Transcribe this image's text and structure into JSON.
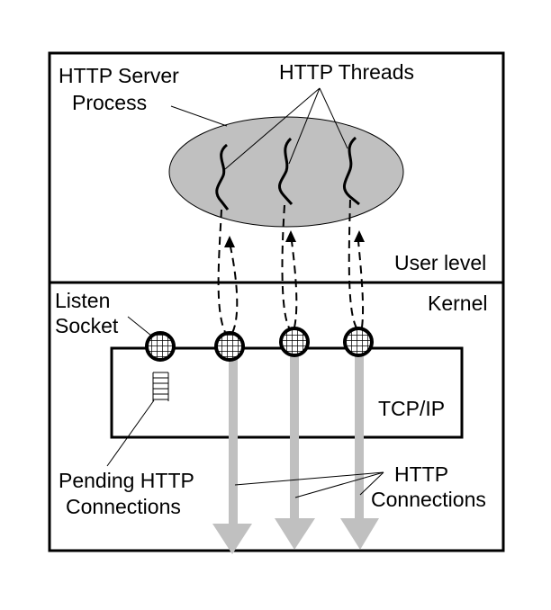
{
  "diagram": {
    "title": "HTTP server thread architecture",
    "regions": {
      "user": "User level",
      "kernel": "Kernel"
    },
    "labels": {
      "server_process": [
        "HTTP Server",
        "Process"
      ],
      "threads": "HTTP Threads",
      "listen_socket": [
        "Listen",
        "Socket"
      ],
      "tcpip": "TCP/IP",
      "pending": [
        "Pending HTTP",
        "Connections"
      ],
      "connections": [
        "HTTP",
        "Connections"
      ]
    },
    "thread_count": 3,
    "colors": {
      "process_fill": "#c0c0c0",
      "connection_arrow": "#c0c0c0",
      "stroke": "#000000"
    }
  }
}
